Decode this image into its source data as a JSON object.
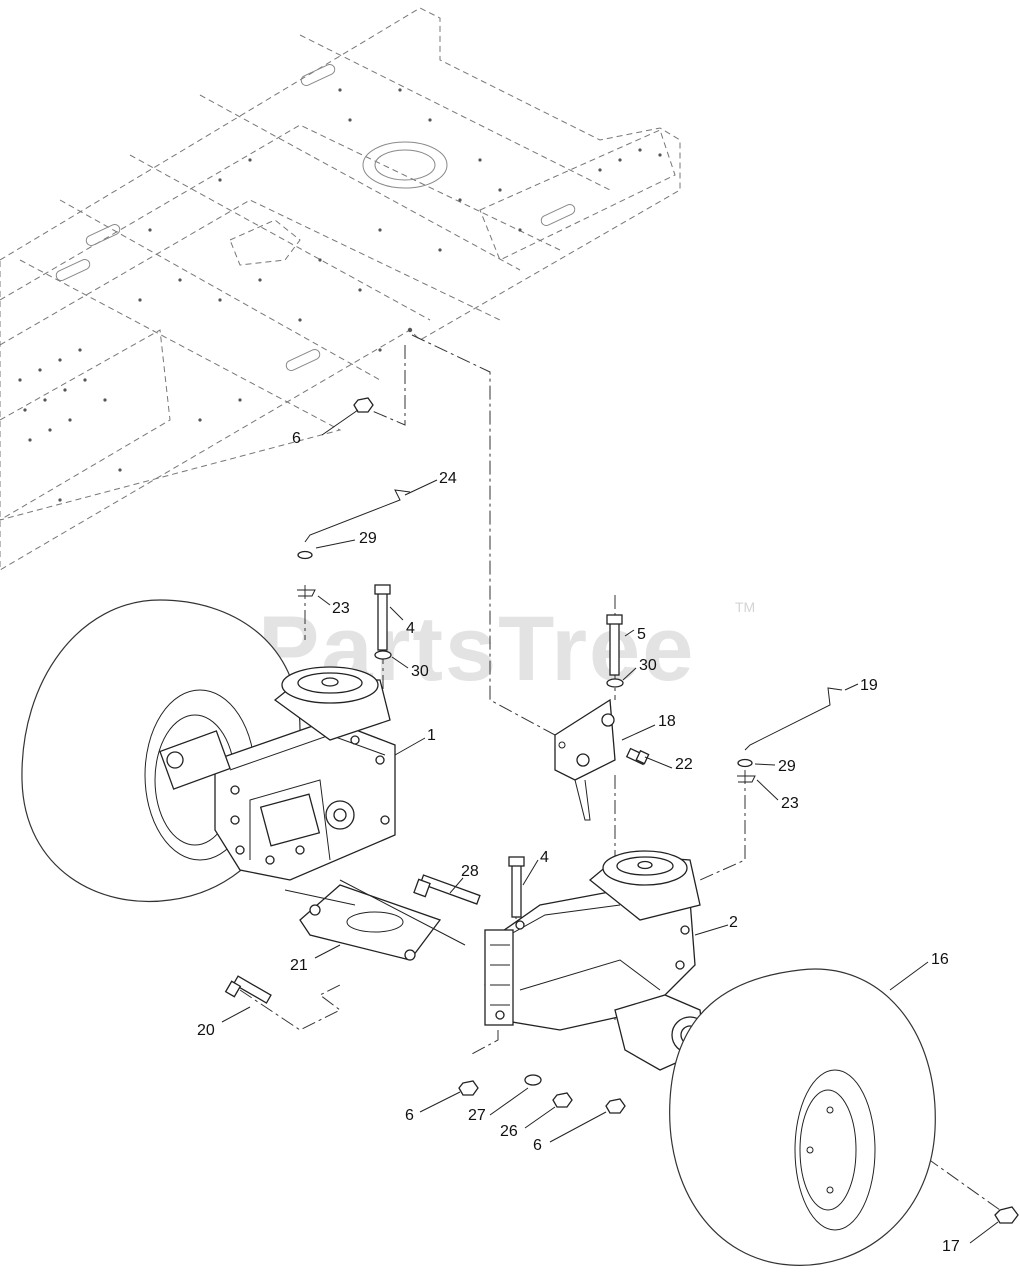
{
  "watermark": {
    "text": "PartsTree",
    "trademark": "TM"
  },
  "callouts": {
    "c1": "1",
    "c2": "2",
    "c4a": "4",
    "c4b": "4",
    "c5": "5",
    "c6a": "6",
    "c6b": "6",
    "c6c": "6",
    "c16": "16",
    "c17": "17",
    "c18": "18",
    "c19": "19",
    "c20": "20",
    "c21": "21",
    "c22": "22",
    "c23a": "23",
    "c23b": "23",
    "c24": "24",
    "c26": "26",
    "c27": "27",
    "c28": "28",
    "c29a": "29",
    "c29b": "29",
    "c30a": "30",
    "c30b": "30"
  }
}
